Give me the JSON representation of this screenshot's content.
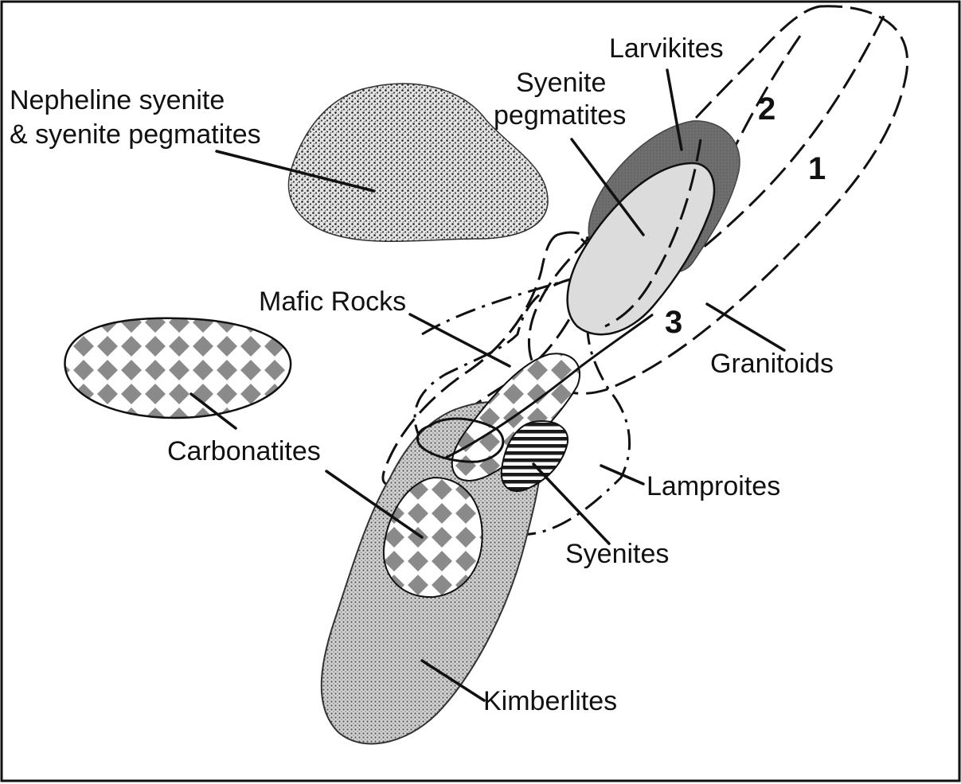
{
  "labels": {
    "larvikites": "Larvikites",
    "syenite_pegmatites_line1": "Syenite",
    "syenite_pegmatites_line2": "pegmatites",
    "nepheline_line1": "Nepheline syenite",
    "nepheline_line2": "& syenite pegmatites",
    "mafic_rocks": "Mafic Rocks",
    "granitoids": "Granitoids",
    "carbonatites": "Carbonatites",
    "lamproites": "Lamproites",
    "syenites": "Syenites",
    "kimberlites": "Kimberlites",
    "granitoid_field_1": "1",
    "granitoid_field_2": "2",
    "granitoid_field_3": "3"
  },
  "colors": {
    "background": "#ffffff",
    "outline": "#111111",
    "larvikites_fill": "#6e6e6e",
    "syenite_pegmatites_fill": "#dcdcdc",
    "checker_diamond": "#8a8a8a",
    "stipple": "#555555"
  }
}
